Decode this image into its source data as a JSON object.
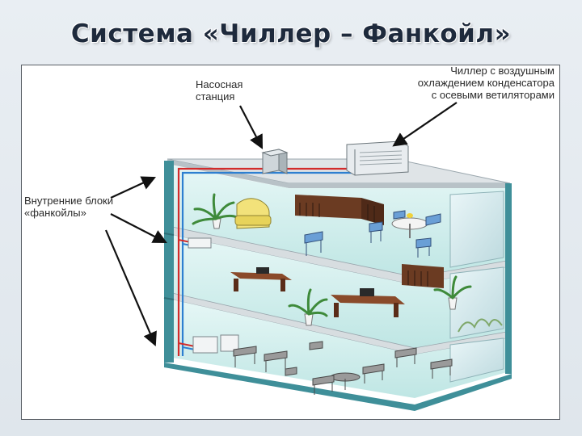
{
  "slide": {
    "title": "Система «Чиллер – Фанкойл»"
  },
  "diagram": {
    "labels": {
      "pump_station": [
        "Насосная",
        "станция"
      ],
      "chiller": [
        "Чиллер с воздушным",
        "охлаждением конденсатора",
        "с осевыми ветиляторами"
      ],
      "fancoils": [
        "Внутренние блоки",
        "«фанкойлы»"
      ]
    },
    "colors": {
      "frame_border": "#5a5f66",
      "building_wall": "#3f8f99",
      "floor_slab": "#d7dde0",
      "room_fill": "#cfeeed",
      "supply_pipe": "#d22b2b",
      "return_pipe": "#2d7fd0",
      "arrow": "#111111"
    }
  }
}
